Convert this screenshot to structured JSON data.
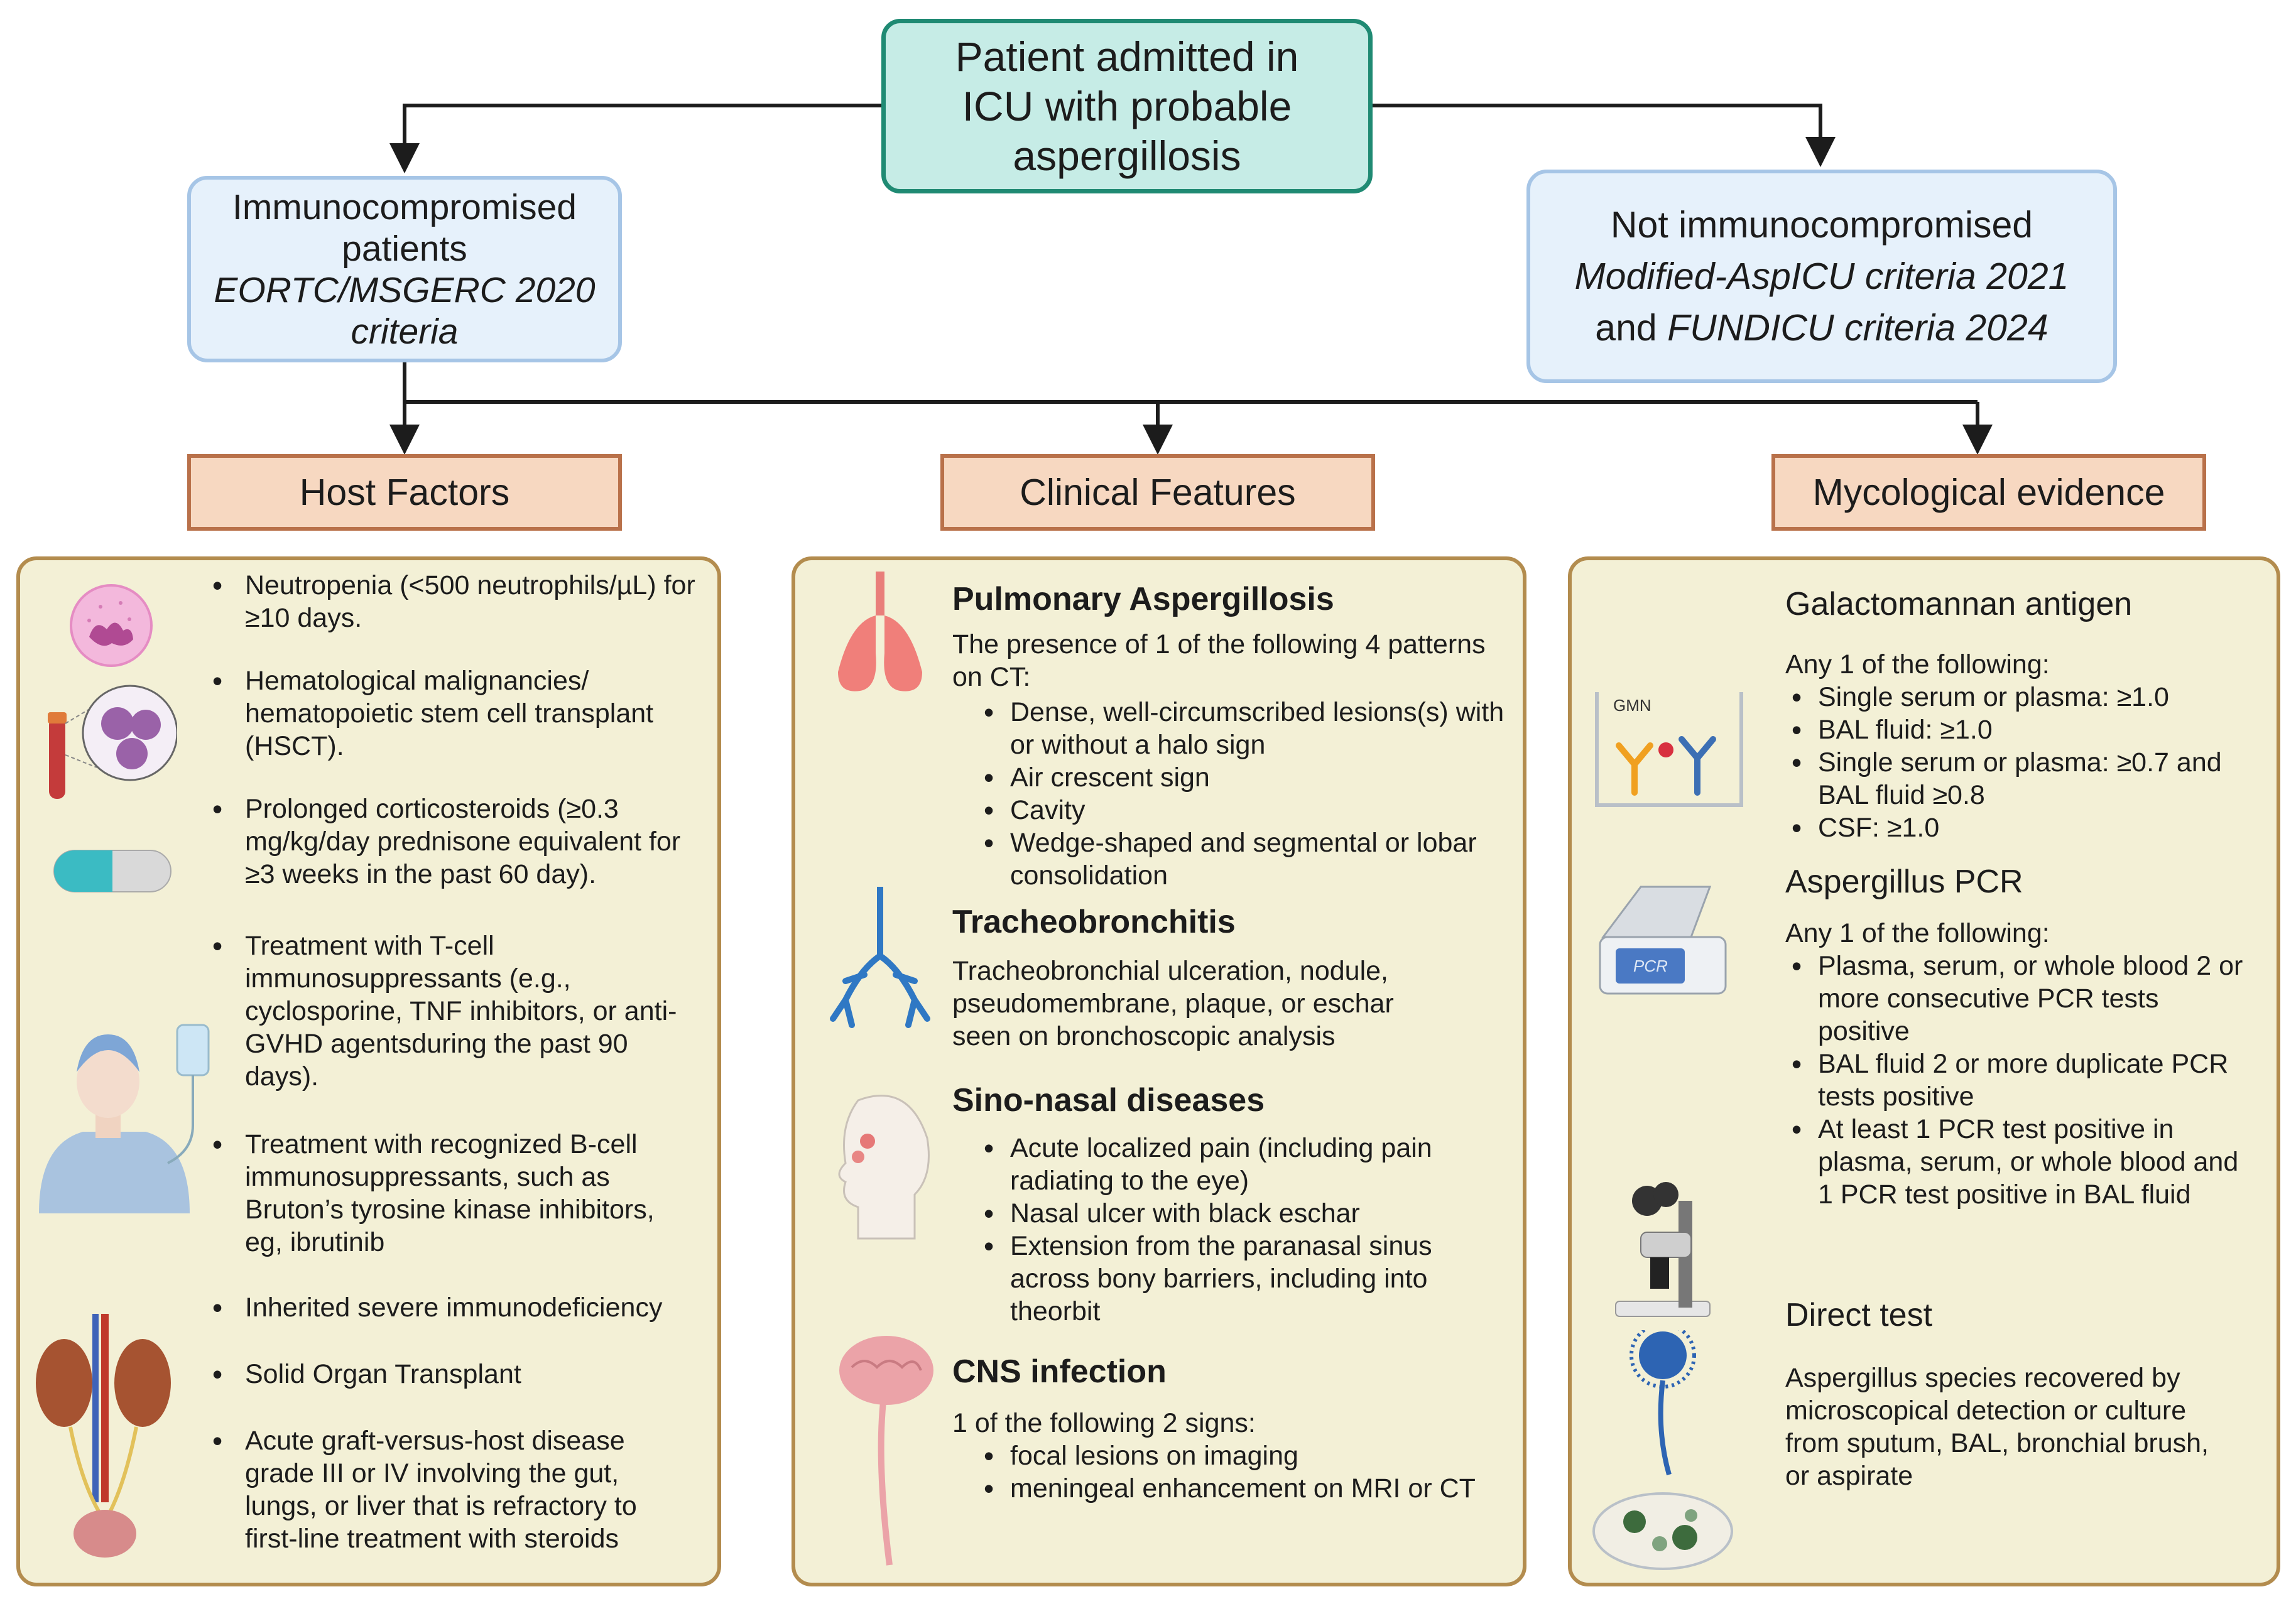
{
  "top": {
    "line1": "Patient admitted in",
    "line2": "ICU with probable",
    "line3": "aspergillosis"
  },
  "left_branch": {
    "line1": "Immunocompromised",
    "line2": "patients",
    "line3": "EORTC/MSGERC 2020",
    "line4": "criteria"
  },
  "right_branch": {
    "line1": "Not immunocompromised",
    "line2": "Modified-AspICU criteria 2021",
    "line3_a": "and ",
    "line3_b": "FUNDICU criteria 2024"
  },
  "headers": {
    "host": "Host Factors",
    "clinical": "Clinical Features",
    "mycological": "Mycological evidence"
  },
  "host_factors": {
    "items": [
      "Neutropenia (<500 neutrophils/µL) for ≥10 days.",
      "Hematological malignancies/ hematopoietic stem cell transplant (HSCT).",
      "Prolonged corticosteroids (≥0.3 mg/kg/day prednisone equivalent for ≥3 weeks in the past 60 day).",
      "Treatment with T-cell immunosuppressants (e.g., cyclosporine, TNF inhibitors, or anti-GVHD agentsduring the past 90 days).",
      "Treatment with recognized B-cell immunosuppressants, such as Bruton’s tyrosine kinase inhibitors, eg, ibrutinib",
      "Inherited severe immunodeficiency",
      "Solid Organ Transplant",
      "Acute graft-versus-host disease grade III or IV involving the gut, lungs, or liver that is refractory to first-line treatment with steroids"
    ]
  },
  "clinical": {
    "pulmonary": {
      "title": "Pulmonary Aspergillosis",
      "intro": "The presence of 1 of the following 4 patterns on CT:",
      "items": [
        "Dense, well-circumscribed lesions(s) with or without a halo sign",
        "Air crescent sign",
        "Cavity",
        "Wedge-shaped and segmental or lobar consolidation"
      ]
    },
    "tracheo": {
      "title": "Tracheobronchitis",
      "text": "Tracheobronchial ulceration, nodule, pseudomembrane, plaque, or eschar seen on bronchoscopic analysis"
    },
    "sinonasal": {
      "title": "Sino-nasal diseases",
      "items": [
        "Acute localized pain (including pain radiating to the eye)",
        "Nasal ulcer with black eschar",
        "Extension from the paranasal sinus across bony barriers, including into theorbit"
      ]
    },
    "cns": {
      "title": "CNS infection",
      "intro": "1 of the following 2 signs:",
      "items": [
        "focal lesions on imaging",
        " meningeal enhancement on MRI or CT"
      ]
    }
  },
  "mycological": {
    "galacto": {
      "title": "Galactomannan antigen",
      "intro": "Any 1 of the following:",
      "items": [
        "Single serum or plasma: ≥1.0",
        "BAL fluid: ≥1.0",
        "Single serum or plasma: ≥0.7 and BAL fluid ≥0.8",
        "CSF: ≥1.0"
      ],
      "icon_label": "GMN"
    },
    "pcr": {
      "title": "Aspergillus PCR",
      "intro": "Any 1 of the following:",
      "items": [
        "Plasma, serum, or whole blood 2 or more consecutive PCR tests positive",
        "BAL fluid 2 or more duplicate PCR tests positive",
        "At least 1 PCR test positive in plasma, serum, or whole blood and 1 PCR test positive in BAL fluid"
      ],
      "icon_label": "PCR"
    },
    "direct": {
      "title": "Direct test",
      "text": "Aspergillus species recovered by microscopical detection or culture from sputum, BAL, bronchial brush, or aspirate"
    }
  },
  "colors": {
    "top_fill": "#c6ece6",
    "top_border": "#1f8a73",
    "branch_fill": "#e6f1fb",
    "branch_border": "#a6c5e6",
    "header_fill": "#f7d8c1",
    "header_border": "#b9714a",
    "panel_fill": "#f3f0d6",
    "panel_border": "#b38c4e"
  }
}
